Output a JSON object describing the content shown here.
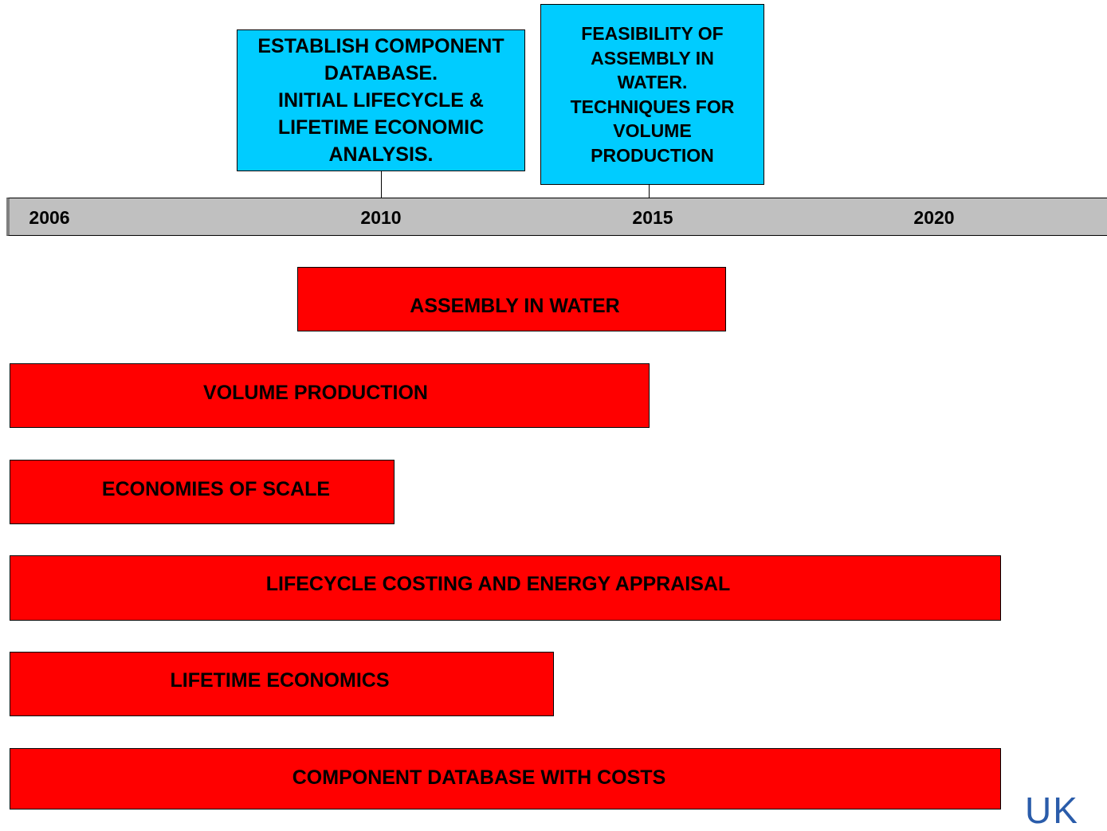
{
  "milestones": [
    {
      "text": "ESTABLISH  COMPONENT\nDATABASE.\nINITIAL LIFECYCLE &\nLIFETIME ECONOMIC\nANALYSIS.",
      "year": 2010
    },
    {
      "text": "FEASIBILITY OF\nASSEMBLY IN\nWATER.\nTECHNIQUES FOR\nVOLUME\nPRODUCTION",
      "year": 2015
    }
  ],
  "timeline": {
    "years": [
      "2006",
      "2010",
      "2015",
      "2020"
    ]
  },
  "tasks": [
    {
      "label": "ASSEMBLY IN WATER"
    },
    {
      "label": "VOLUME PRODUCTION"
    },
    {
      "label": "ECONOMIES OF SCALE"
    },
    {
      "label": "LIFECYCLE COSTING AND ENERGY APPRAISAL"
    },
    {
      "label": "LIFETIME ECONOMICS"
    },
    {
      "label": "COMPONENT DATABASE WITH COSTS"
    }
  ],
  "colors": {
    "milestone_fill": "#00ccff",
    "task_fill": "#ff0000",
    "timeline_fill": "#c0c0c0",
    "logo": "#2a5caa"
  },
  "logo": {
    "text": "UK"
  }
}
